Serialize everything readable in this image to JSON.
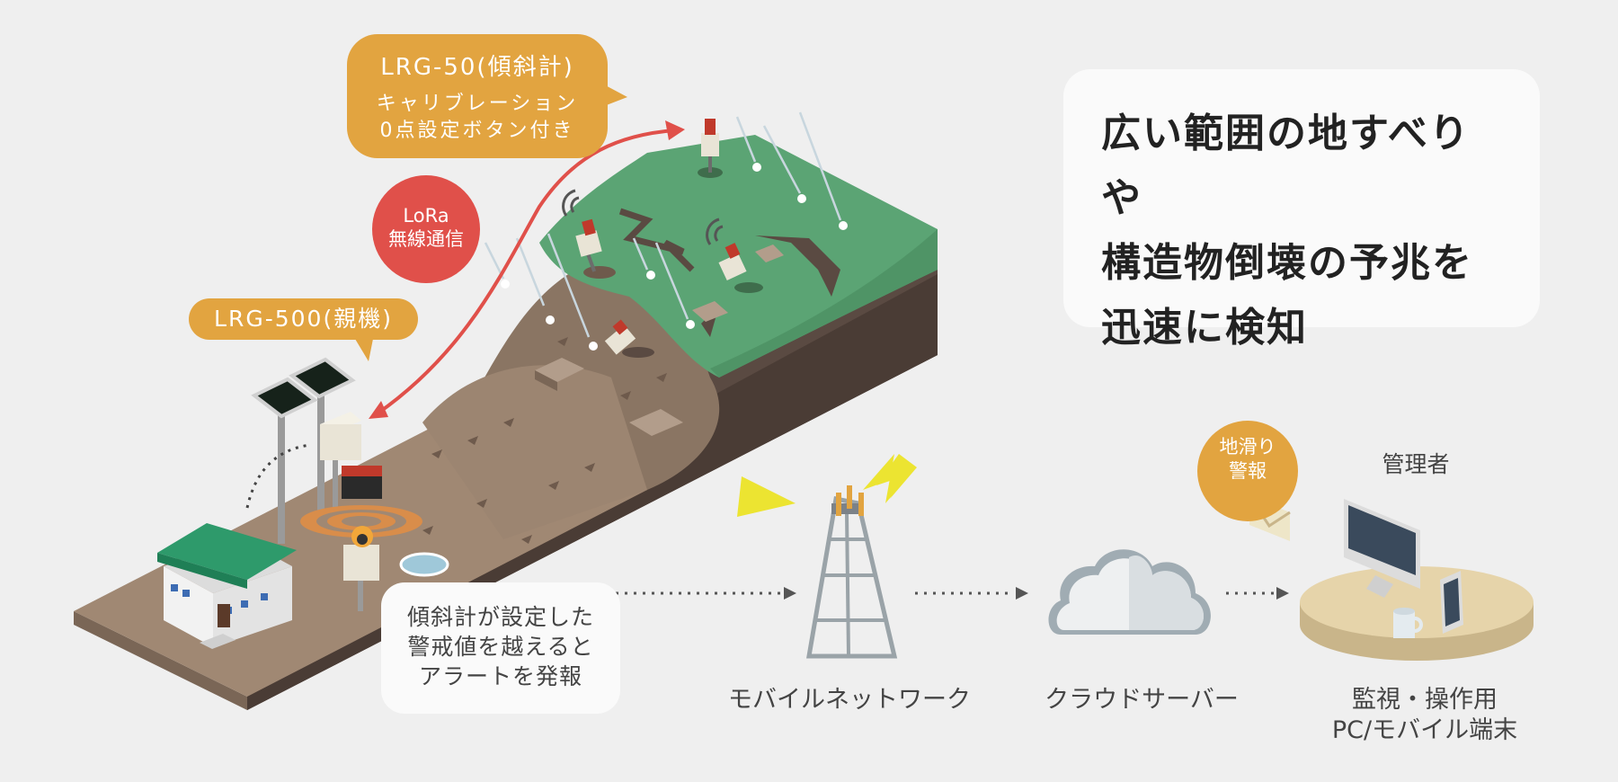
{
  "callouts": {
    "lrg50": {
      "line1": "LRG-50(傾斜計)",
      "line2": "キャリブレーション",
      "line3": "0点設定ボタン付き"
    },
    "lrg500": "LRG-500(親機)",
    "lora": {
      "line1": "LoRa",
      "line2": "無線通信"
    },
    "alert_badge": {
      "line1": "地滑り",
      "line2": "警報"
    }
  },
  "headline": {
    "line1": "広い範囲の地すべりや",
    "line2": "構造物倒壊の予兆を",
    "line3": "迅速に検知"
  },
  "alert_text": {
    "line1": "傾斜計が設定した",
    "line2": "警戒値を越えると",
    "line3": "アラートを発報"
  },
  "labels": {
    "network": "モバイルネットワーク",
    "cloud": "クラウドサーバー",
    "terminal_line1": "監視・操作用",
    "terminal_line2": "PC/モバイル端末",
    "admin": "管理者"
  },
  "colors": {
    "background": "#efefef",
    "orange": "#e2a440",
    "red": "#e0504a",
    "grass": "#5ba474",
    "soil": "#a08873",
    "soil_dark": "#5a4a42"
  },
  "icons": [
    "solar-panel-icon",
    "tiltmeter-icon",
    "house-icon",
    "radio-tower-icon",
    "cloud-icon",
    "desktop-computer-icon",
    "smartphone-icon",
    "mug-icon",
    "envelope-icon",
    "lightning-icon",
    "rain-icon"
  ]
}
